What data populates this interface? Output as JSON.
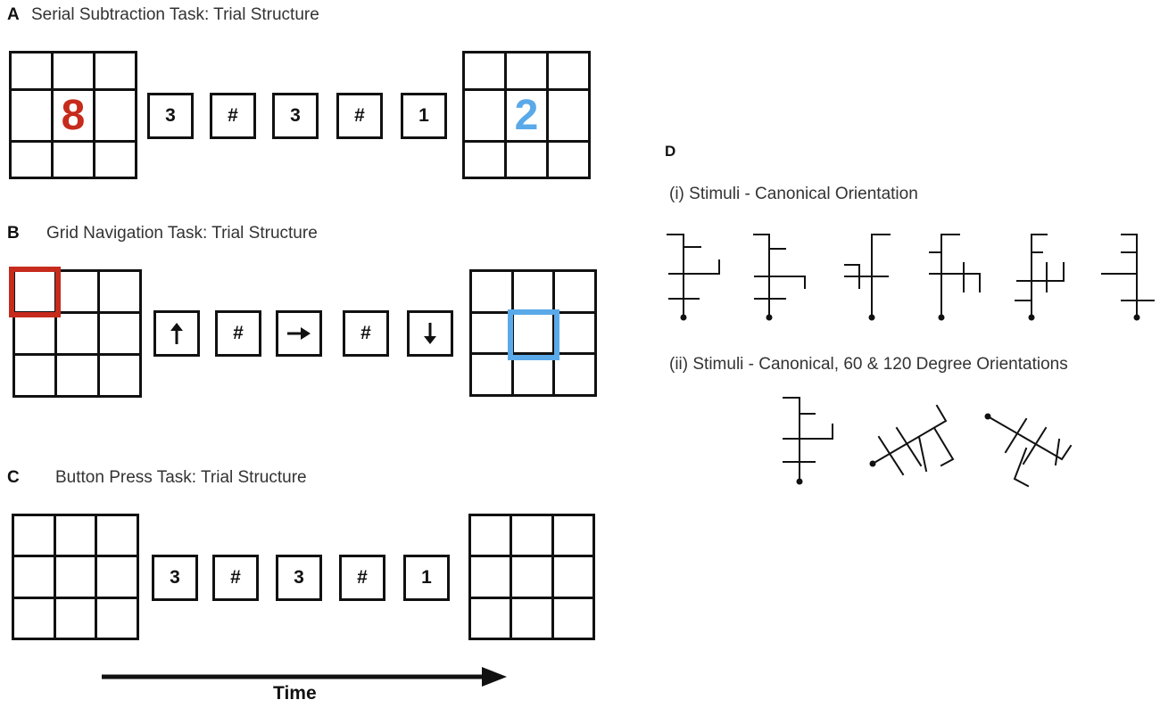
{
  "panel_a": {
    "letter": "A",
    "title": "Serial Subtraction Task: Trial Structure",
    "start_digit": "8",
    "start_digit_color": "#c62b1c",
    "sequence": [
      "3",
      "#",
      "3",
      "#",
      "1"
    ],
    "end_digit": "2",
    "end_digit_color": "#5aa9e8"
  },
  "panel_b": {
    "letter": "B",
    "title": "Grid Navigation Task: Trial Structure",
    "start_highlight_color": "#c62b1c",
    "end_highlight_color": "#5aa9e8",
    "sequence_icons": [
      "arrow-up-icon",
      "hash-symbol",
      "arrow-right-icon",
      "hash-symbol",
      "arrow-down-icon"
    ],
    "hash": "#"
  },
  "panel_c": {
    "letter": "C",
    "title": "Button Press Task: Trial Structure",
    "sequence": [
      "3",
      "#",
      "3",
      "#",
      "1"
    ]
  },
  "panel_d": {
    "letter": "D",
    "subtitle_i": "(i) Stimuli - Canonical Orientation",
    "subtitle_ii": "(ii) Stimuli - Canonical, 60 & 120 Degree Orientations"
  },
  "time_axis": {
    "label": "Time"
  }
}
